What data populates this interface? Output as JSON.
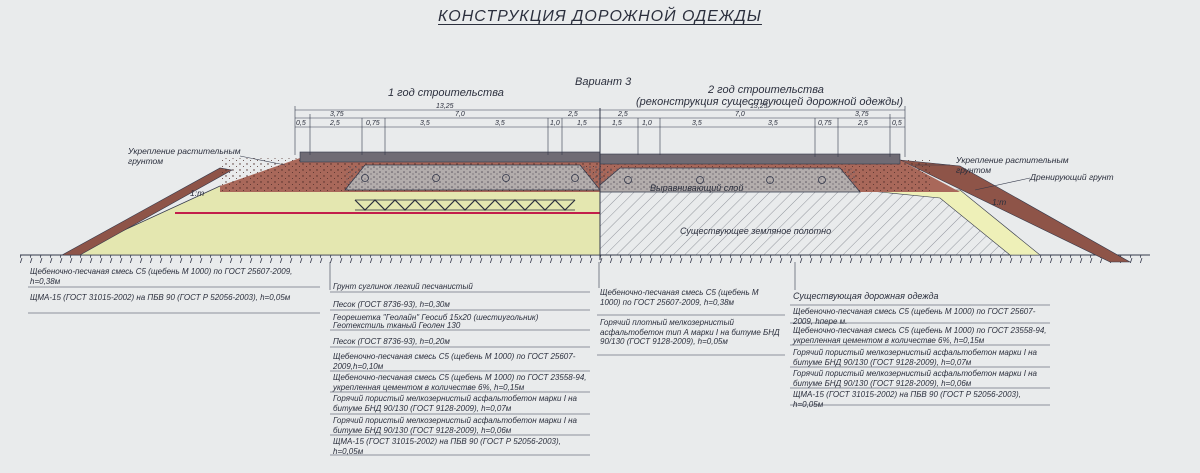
{
  "title": "КОНСТРУКЦИЯ ДОРОЖНОЙ ОДЕЖДЫ",
  "variant": "Вариант 3",
  "left_header": "1 год строительства",
  "right_header_line1": "2 год строительства",
  "right_header_line2": "(реконструкция существующей дорожной одежды)",
  "left_dims": {
    "total": "13,25",
    "mid": [
      "3,75",
      "7,0",
      "2,5"
    ],
    "bottom": [
      "0,5",
      "2,5",
      "0,75",
      "3,5",
      "3,5",
      "1,0",
      "1,5"
    ]
  },
  "right_dims": {
    "total": "13,25",
    "mid": [
      "2,5",
      "7,0",
      "3,75"
    ],
    "bottom": [
      "1,5",
      "1,0",
      "3,5",
      "3,5",
      "0,75",
      "2,5",
      "0,5"
    ]
  },
  "labels": {
    "left_slope": "Укрепление растительным грунтом",
    "right_slope": "Укрепление растительным грунтом",
    "drainage": "Дренирующий грунт",
    "existing_subgrade": "Существующее земляное полотно",
    "leveling_layer": "Выравнивающий слой",
    "slope_ratio_left": "1:m",
    "slope_ratio_right": "1:m"
  },
  "legend_left": [
    "Щебеночно-песчаная смесь С5 (щебень М 1000) по ГОСТ 25607-2009, h=0,38м",
    "ЩМА-15 (ГОСТ 31015-2002) на ПБВ 90 (ГОСТ Р 52056-2003), h=0,05м"
  ],
  "legend_center": [
    "Грунт суглинок легкий песчанистый",
    "Песок (ГОСТ 8736-93), h=0,30м",
    "Георешетка \"Геолайн\" Геосиб 15х20 (шестиугольник)",
    "Геотекстиль тканый Геолен 130",
    "Песок (ГОСТ 8736-93), h=0,20м",
    "Щебеночно-песчаная смесь С5 (щебень М 1000) по ГОСТ 25607-2009,h=0,10м",
    "Щебеночно-песчаная смесь С5 (щебень М 1000) по ГОСТ 23558-94, укрепленная цементом в количестве 6%, h=0,15м",
    "Горячий пористый мелкозернистый асфальтобетон марки I на битуме БНД 90/130 (ГОСТ 9128-2009), h=0,07м",
    "Горячий пористый мелкозернистый асфальтобетон марки I на битуме БНД 90/130 (ГОСТ 9128-2009), h=0,06м",
    "ЩМА-15 (ГОСТ 31015-2002) на ПБВ 90 (ГОСТ Р 52056-2003), h=0,05м"
  ],
  "legend_mid_right": [
    "Щебеночно-песчаная смесь С5 (щебень М 1000) по ГОСТ 25607-2009, h=0,38м",
    "Горячий плотный мелкозернистый асфальтобетон тип А марки I на битуме БНД 90/130 (ГОСТ 9128-2009), h=0,05м"
  ],
  "legend_right": [
    "Существующая дорожная одежда",
    "Щебеночно-песчаная смесь С5 (щебень М 1000) по ГОСТ 25607-2009, hпере м.",
    "Щебеночно-песчаная смесь С5 (щебень М 1000) по ГОСТ 23558-94, укрепленная цементом в количестве 6%, h=0,15м",
    "Горячий пористый мелкозернистый асфальтобетон марки I на битуме БНД 90/130 (ГОСТ 9128-2009), h=0,07м",
    "Горячий пористый мелкозернистый асфальтобетон марки I на битуме БНД 90/130 (ГОСТ 9128-2009), h=0,06м",
    "ЩМА-15 (ГОСТ 31015-2002) на ПБВ 90 (ГОСТ Р 52056-2003), h=0,05м"
  ],
  "colors": {
    "background": "#e9ebec",
    "embankment_brown": "#a9685a",
    "sand_yellow": "#e4e7b0",
    "drainage_yellow": "#eef0b8",
    "gravel_grey": "#b3adac",
    "asphalt_dark": "#6f6b74",
    "slope_soil": "#8e5448",
    "geogrid_line": "#c21f4b",
    "line": "#33384a"
  }
}
